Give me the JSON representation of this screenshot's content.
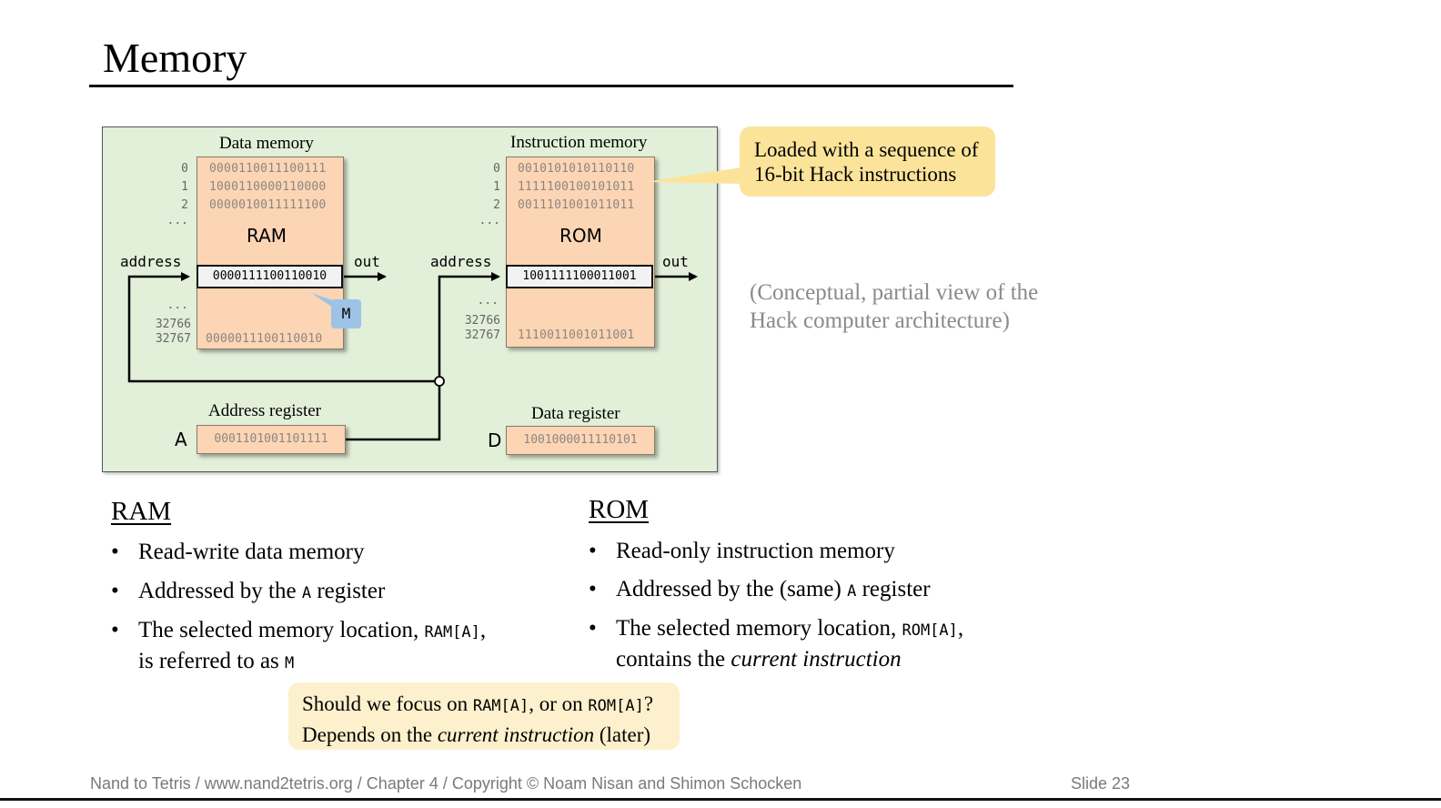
{
  "slide": {
    "title": "Memory",
    "number_label": "Slide 23",
    "footer": "Nand to Tetris / www.nand2tetris.org / Chapter 4 / Copyright © Noam Nisan and Shimon Schocken"
  },
  "diagram": {
    "background_color": "#e2efd9",
    "chip_color": "#fcd5b4",
    "data_memory": {
      "caption": "Data memory",
      "chip_label": "RAM",
      "rows": [
        {
          "index": "0",
          "value": "0000110011100111"
        },
        {
          "index": "1",
          "value": "1000110000110000"
        },
        {
          "index": "2",
          "value": "0000010011111100"
        }
      ],
      "ellipsis_top": "...",
      "selected_value": "0000111100110010",
      "ellipsis_bottom": "...",
      "last_rows": [
        {
          "index": "32766",
          "value": ""
        },
        {
          "index": "32767",
          "value": "0000011100110010"
        }
      ],
      "address_label": "address",
      "out_label": "out",
      "m_tag": "M"
    },
    "instruction_memory": {
      "caption": "Instruction memory",
      "chip_label": "ROM",
      "rows": [
        {
          "index": "0",
          "value": "0010101010110110"
        },
        {
          "index": "1",
          "value": "1111100100101011"
        },
        {
          "index": "2",
          "value": "0011101001011011"
        }
      ],
      "ellipsis_top": "...",
      "selected_value": "1001111100011001",
      "ellipsis_bottom": "...",
      "last_rows": [
        {
          "index": "32766",
          "value": ""
        },
        {
          "index": "32767",
          "value": "1110011001011001"
        }
      ],
      "address_label": "address",
      "out_label": "out"
    },
    "address_register": {
      "caption": "Address register",
      "name": "A",
      "value": "0001101001101111"
    },
    "data_register": {
      "caption": "Data register",
      "name": "D",
      "value": "1001000011110101"
    }
  },
  "callouts": {
    "rom": {
      "line1": "Loaded with a sequence of",
      "line2": "16-bit Hack instructions",
      "color": "#fbe49a"
    },
    "note": {
      "line1": "(Conceptual, partial view of the",
      "line2": "Hack computer architecture)"
    },
    "bottom": {
      "l1_a": "Should we focus on ",
      "l1_code1": "RAM[A]",
      "l1_b": ", or on ",
      "l1_code2": "ROM[A]",
      "l1_c": "?",
      "l2_a": "Depends on the ",
      "l2_em": "current instruction",
      "l2_b": " (later)",
      "color": "#fdf0cc"
    }
  },
  "ram_section": {
    "title": "RAM",
    "b1": "Read-write data memory",
    "b2_a": "Addressed by the ",
    "b2_code": "A",
    "b2_b": " register",
    "b3_a": "The selected memory location, ",
    "b3_code": "RAM[A]",
    "b3_b": ",",
    "b3_l2_a": "is referred to as ",
    "b3_l2_code": "M"
  },
  "rom_section": {
    "title": "ROM",
    "b1": "Read-only instruction memory",
    "b2_a": "Addressed by the (same) ",
    "b2_code": "A",
    "b2_b": " register",
    "b3_a": "The selected memory location, ",
    "b3_code": "ROM[A]",
    "b3_b": ",",
    "b3_l2_a": "contains the ",
    "b3_l2_em": "current instruction"
  },
  "bullet_glyph": "•"
}
